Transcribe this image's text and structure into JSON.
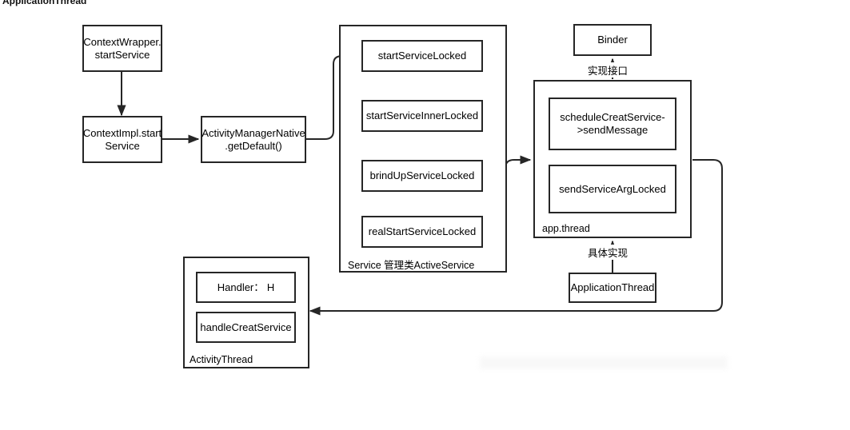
{
  "page": {
    "cut_title": "ApplicationThread",
    "watermark": "blurred-watermark"
  },
  "nodes": {
    "context_wrapper": "ContextWrapper.\nstartService",
    "context_wrapper_l1": "ContextWrapper.",
    "context_wrapper_l2": "startService",
    "context_impl_l1": "ContextImpl.start",
    "context_impl_l2": "Service",
    "amn_l1": "ActivityManagerNative",
    "amn_l2": ".getDefault()",
    "start_service_locked": "startServiceLocked",
    "start_service_inner_locked": "startServiceInnerLocked",
    "brind_up_service_locked": "brindUpServiceLocked",
    "real_start_service_locked": "realStartServiceLocked",
    "binder": "Binder",
    "schedule_create_service_l1": "scheduleCreatService-",
    "schedule_create_service_l2": ">sendMessage",
    "send_service_arg_locked": "sendServiceArgLocked",
    "application_thread": "ApplicationThread",
    "handler_h": "Handler： H",
    "handle_creat_service": "handleCreatService"
  },
  "groups": {
    "active_service_label": "Service 管理类ActiveService",
    "app_thread_label": "app.thread",
    "activity_thread_label": "ActivityThread"
  },
  "edge_labels": {
    "binder_to_appthread": "实现接口",
    "appthread_to_group": "具体实现"
  },
  "colors": {
    "stroke": "#262626",
    "background": "#ffffff",
    "text": "#000000"
  }
}
